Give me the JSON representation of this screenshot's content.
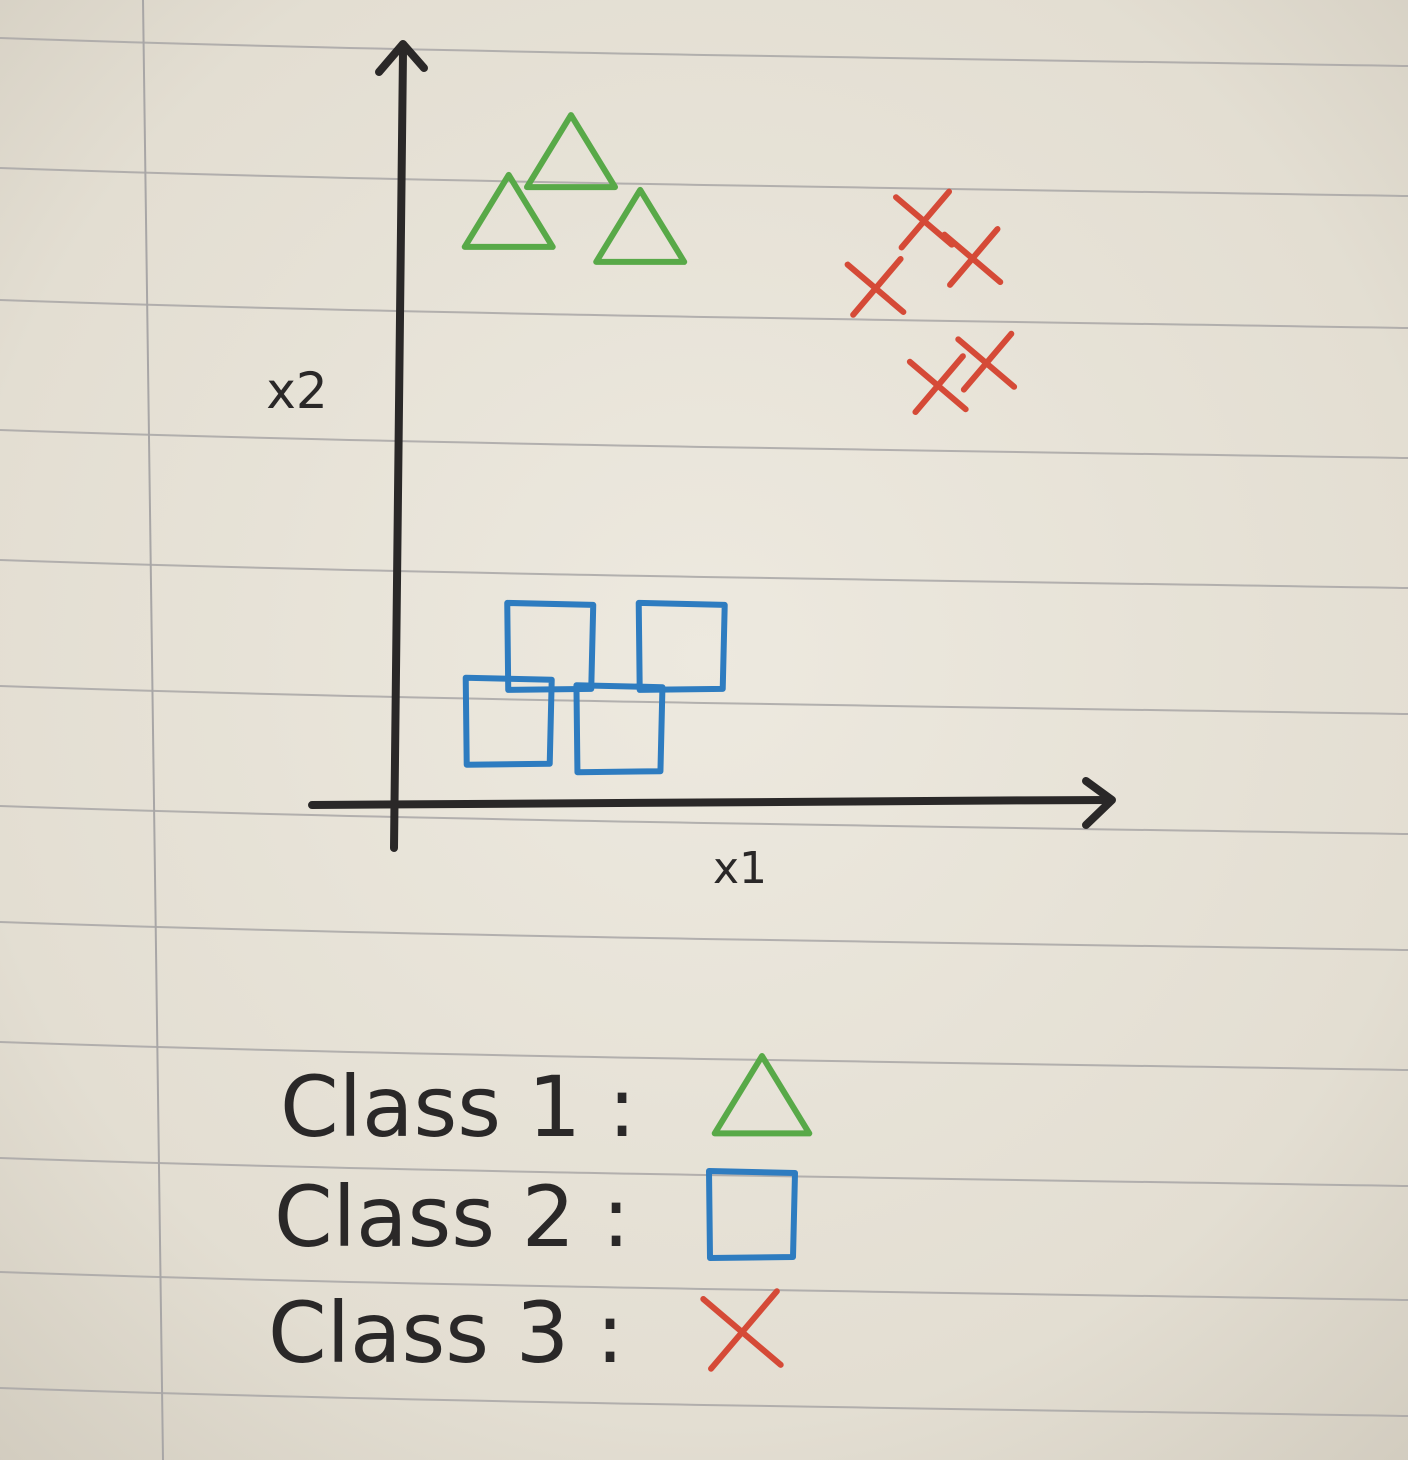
{
  "chart_data": {
    "type": "scatter",
    "title": "",
    "xlabel": "x1",
    "ylabel": "x2",
    "xlim": [
      0,
      10
    ],
    "ylim": [
      0,
      10
    ],
    "grid": false,
    "legend_position": "bottom",
    "series": [
      {
        "name": "Class 1",
        "marker": "triangle",
        "color": "#58a948",
        "x": [
          2.5,
          1.6,
          3.5
        ],
        "y": [
          8.6,
          7.8,
          7.6
        ]
      },
      {
        "name": "Class 2",
        "marker": "square",
        "color": "#2e7cc0",
        "x": [
          2.2,
          4.1,
          1.6,
          3.2
        ],
        "y": [
          2.1,
          2.1,
          1.1,
          1.0
        ]
      },
      {
        "name": "Class 3",
        "marker": "cross",
        "color": "#d54a37",
        "x": [
          7.6,
          8.3,
          6.9,
          8.5,
          7.8
        ],
        "y": [
          7.8,
          7.3,
          6.9,
          5.9,
          5.6
        ]
      }
    ]
  },
  "legend": {
    "entries": [
      {
        "label": "Class 1 :",
        "marker": "triangle",
        "color": "#58a948"
      },
      {
        "label": "Class 2 :",
        "marker": "square",
        "color": "#2e7cc0"
      },
      {
        "label": "Class 3 :",
        "marker": "cross",
        "color": "#d54a37"
      }
    ]
  },
  "colors": {
    "paper": "#e6e1d6",
    "ruled_line": "#a8a6a6",
    "ink": "#2a2828"
  }
}
